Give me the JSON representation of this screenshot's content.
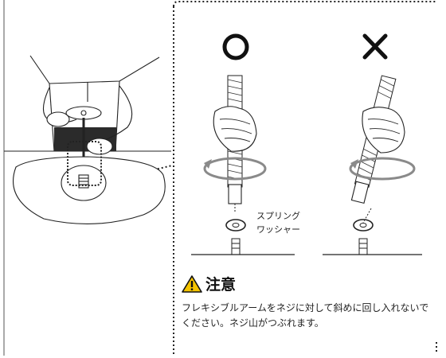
{
  "labels": {
    "correct_symbol": "○",
    "wrong_symbol": "×",
    "spring_washer": [
      "スプリング",
      "ワッシャー"
    ]
  },
  "caution": {
    "title": "注意",
    "body": "フレキシブルアームをネジに対して斜めに回し入れないでください。ネジ山がつぶれます。",
    "icon": "warning-triangle-icon"
  },
  "colors": {
    "line": "#1a1a1a",
    "arrow": "#8a8a8a",
    "warning_yellow": "#f5c400",
    "dotted": "#2a2a2a"
  }
}
